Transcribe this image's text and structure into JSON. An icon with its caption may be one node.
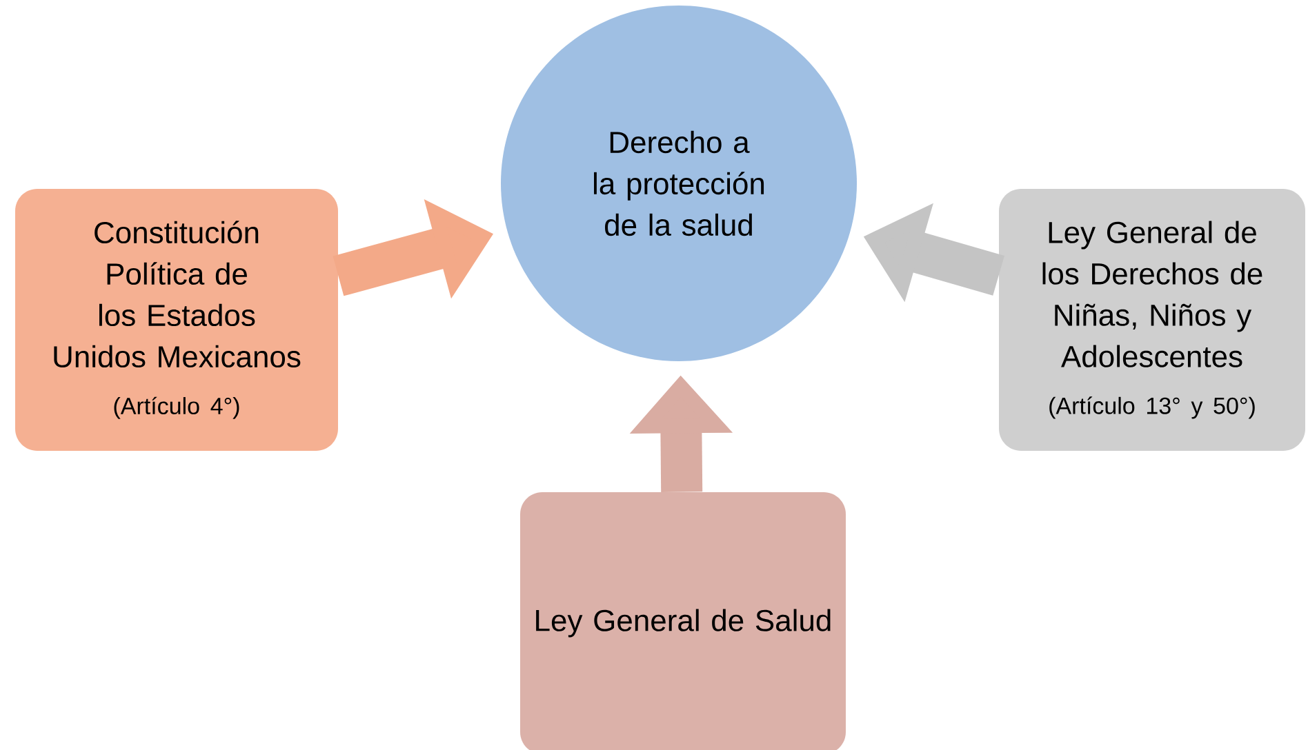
{
  "diagram": {
    "nodes": [
      {
        "text": [
          "Derecho a la protección de la salud"
        ]
      },
      {
        "text": [
          "Constitución Política de los Estados Unidos Mexicanos",
          "(Artículo 4°)"
        ]
      },
      {
        "text": [
          "Ley General de los Derechos de Niñas, Niños y Adolescentes",
          "(Artículo 13° y 50°)"
        ]
      },
      {
        "text": [
          "Ley General de Salud"
        ]
      }
    ],
    "edges": [
      {
        "from": 1,
        "to": 0,
        "arrow": "to",
        "color": "#f3a988"
      },
      {
        "from": 2,
        "to": 0,
        "arrow": "to",
        "color": "#c4c4c4"
      },
      {
        "from": 3,
        "to": 0,
        "arrow": "to",
        "color": "#d9aca2"
      }
    ]
  }
}
